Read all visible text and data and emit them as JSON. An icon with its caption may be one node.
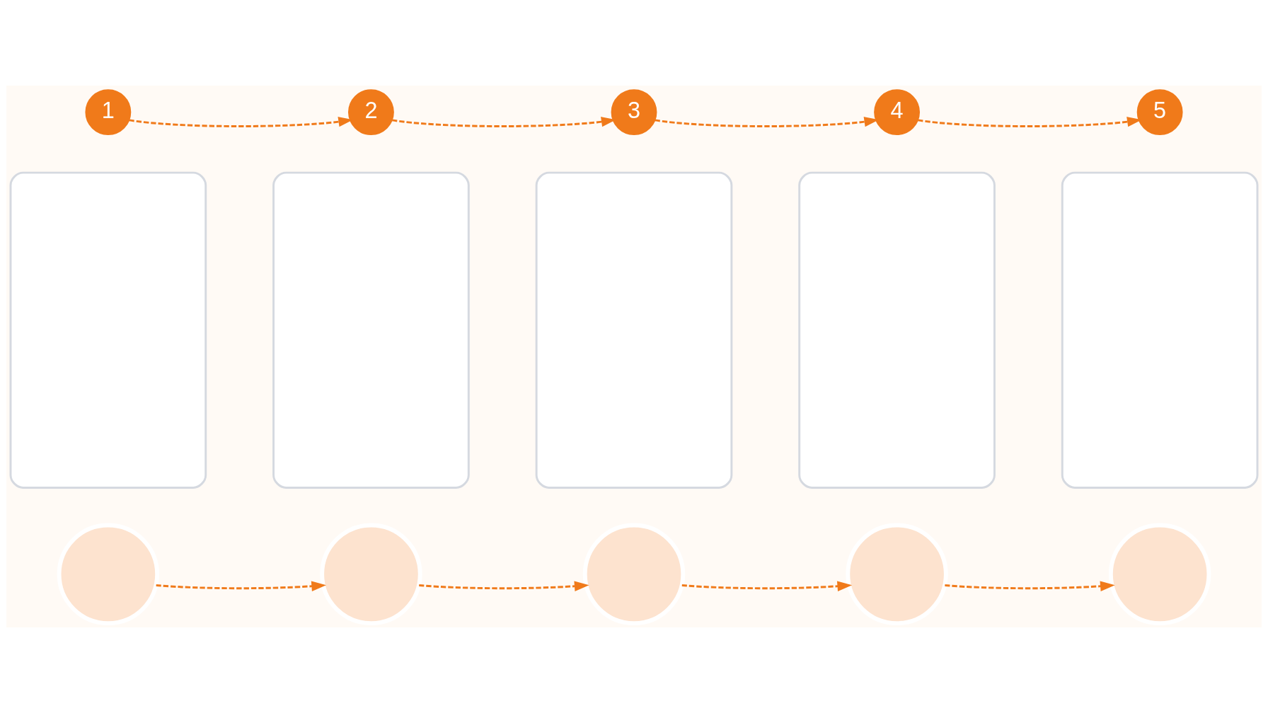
{
  "diagram": {
    "nodes": [
      {
        "text": [
          "1"
        ]
      },
      {
        "text": [
          "2"
        ]
      },
      {
        "text": [
          "3"
        ]
      },
      {
        "text": [
          "4"
        ]
      },
      {
        "text": [
          "5"
        ]
      },
      {
        "text": [],
        "shape": "box"
      },
      {
        "text": [],
        "shape": "box"
      },
      {
        "text": [],
        "shape": "box"
      },
      {
        "text": [],
        "shape": "box"
      },
      {
        "text": [],
        "shape": "box"
      },
      {
        "text": [],
        "shape": "person"
      },
      {
        "text": [],
        "shape": "person"
      },
      {
        "text": [],
        "shape": "person"
      },
      {
        "text": [],
        "shape": "person"
      },
      {
        "text": [],
        "shape": "person"
      }
    ],
    "edges": [
      {
        "from": 0,
        "to": 1,
        "arrow": "to",
        "style": "dashed"
      },
      {
        "from": 1,
        "to": 2,
        "arrow": "to",
        "style": "dashed"
      },
      {
        "from": 2,
        "to": 3,
        "arrow": "to",
        "style": "dashed"
      },
      {
        "from": 3,
        "to": 4,
        "arrow": "to",
        "style": "dashed"
      },
      {
        "from": 10,
        "to": 11,
        "arrow": "to",
        "style": "dashed"
      },
      {
        "from": 11,
        "to": 12,
        "arrow": "to",
        "style": "dashed"
      },
      {
        "from": 12,
        "to": 13,
        "arrow": "to",
        "style": "dashed"
      },
      {
        "from": 13,
        "to": 14,
        "arrow": "to",
        "style": "dashed"
      }
    ]
  }
}
